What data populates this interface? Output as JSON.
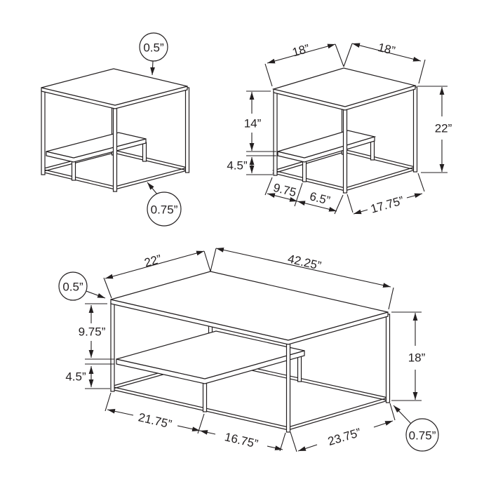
{
  "colors": {
    "line": "#231f20",
    "background": "#ffffff"
  },
  "tables": {
    "end_table_plain": {
      "callout_top_thickness": "0.5”",
      "callout_frame_thickness": "0.75”"
    },
    "end_table_dimensioned": {
      "top_edge_left": "18”",
      "top_edge_right": "18”",
      "open_height": "14”",
      "shelf_section_height": "4.5”",
      "overall_height": "22”",
      "shelf_run": "9.75",
      "shelf_to_leg_gap": "6.5”",
      "base_depth": "17.75”"
    },
    "coffee_table": {
      "callout_top_thickness": "0.5”",
      "callout_frame_thickness": "0.75”",
      "top_edge_left": "22”",
      "top_edge_right": "42.25”",
      "open_height": "9.75”",
      "shelf_section_height": "4.5”",
      "overall_height": "18”",
      "shelf_run": "21.75”",
      "shelf_to_leg_gap": "16.75”",
      "base_depth": "23.75”"
    }
  }
}
